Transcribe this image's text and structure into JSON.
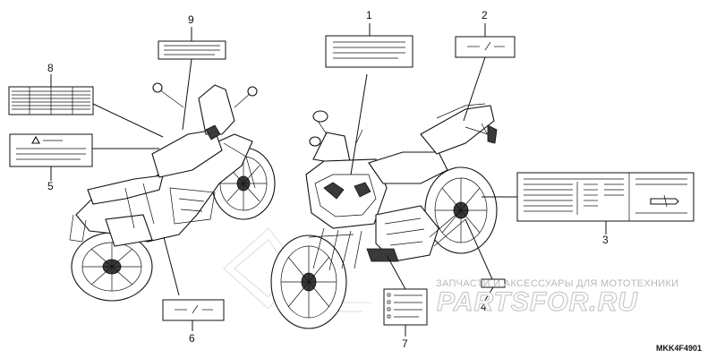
{
  "diagram": {
    "part_code": "MKK4F4901",
    "watermark": {
      "top_text": "ЗАПЧАСТИ И АКСЕССУАРЫ ДЛЯ МОТОТЕХНИКИ",
      "brand": "PARTSFOR.RU"
    },
    "callouts": [
      {
        "id": "1",
        "label": "1"
      },
      {
        "id": "2",
        "label": "2"
      },
      {
        "id": "3",
        "label": "3"
      },
      {
        "id": "4",
        "label": "4"
      },
      {
        "id": "5",
        "label": "5"
      },
      {
        "id": "6",
        "label": "6"
      },
      {
        "id": "7",
        "label": "7"
      },
      {
        "id": "8",
        "label": "8"
      },
      {
        "id": "9",
        "label": "9"
      }
    ]
  }
}
